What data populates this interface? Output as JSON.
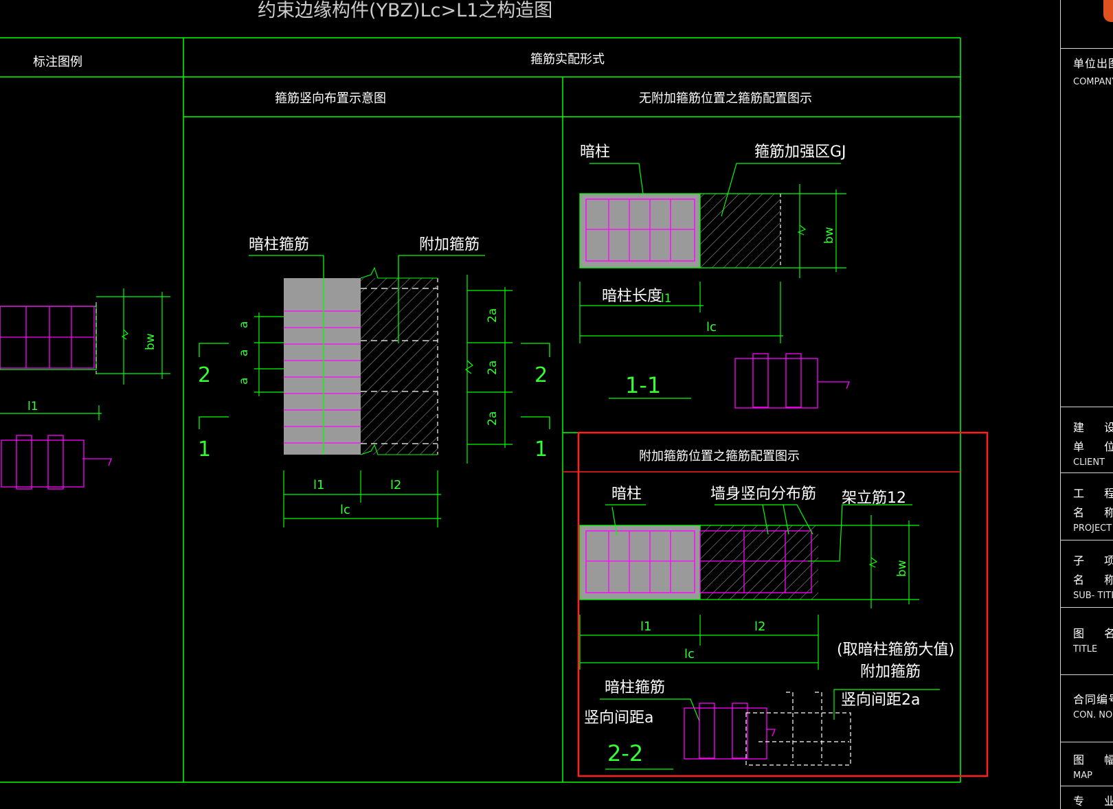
{
  "title": "约束边缘构件(YBZ)Lc>L1之构造图",
  "table": {
    "col_legend": "标注图例",
    "col_stirrup_form": "箍筋实配形式",
    "sub_vertical": "箍筋竖向布置示意图",
    "sub_no_additional": "无附加箍筋位置之箍筋配置图示",
    "sub_additional": "附加箍筋位置之箍筋配置图示"
  },
  "legend_panel": {
    "dim_bw": "bw",
    "dim_l1": "l1"
  },
  "vertical_panel": {
    "label_column_stirrup": "暗柱箍筋",
    "label_additional_stirrup": "附加箍筋",
    "dim_a": "a",
    "dim_2a": "2a",
    "section_2": "2",
    "section_1": "1",
    "dim_l1": "l1",
    "dim_l2": "l2",
    "dim_lc": "lc"
  },
  "section_1_1": {
    "label_column": "暗柱",
    "label_reinforced_zone": "箍筋加强区GJ",
    "label_column_length": "暗柱长度",
    "dim_l1": "l1",
    "dim_lc": "lc",
    "dim_bw": "bw",
    "section_name": "1-1"
  },
  "section_2_2": {
    "label_column": "暗柱",
    "label_wall_vertical": "墙身竖向分布筋",
    "label_erection_bar": "架立筋12",
    "dim_bw": "bw",
    "dim_l1": "l1",
    "dim_l2": "l2",
    "dim_lc": "lc",
    "note_max": "(取暗柱箍筋大值)",
    "label_additional": "附加箍筋",
    "label_spacing_2a": "竖向间距2a",
    "label_column_stirrup": "暗柱箍筋",
    "label_spacing_a": "竖向间距a",
    "section_name": "2-2"
  },
  "title_block": {
    "company_zh": "单位出图",
    "company_en": "COMPANY",
    "client_zh_1": "建 设",
    "client_zh_2": "单 位",
    "client_en": "CLIENT",
    "project_zh_1": "工 程",
    "project_zh_2": "名 称",
    "project_en": "PROJECT",
    "subtitle_zh_1": "子 项",
    "subtitle_zh_2": "名 称",
    "subtitle_en": "SUB- TITLE",
    "title_zh": "图 名",
    "title_en": "TITLE",
    "contract_zh": "合同编号",
    "contract_en": "CON. NO.",
    "map_zh": "图 幅",
    "map_en": "MAP",
    "major_zh": "专 业"
  },
  "colors": {
    "background": "#000000",
    "grid_line": "#00ff00",
    "rebar": "#ff00ff",
    "concrete": "#9a9a9a",
    "text": "#ffffff",
    "dim_text": "#33ff33",
    "highlight": "#ff2020"
  }
}
